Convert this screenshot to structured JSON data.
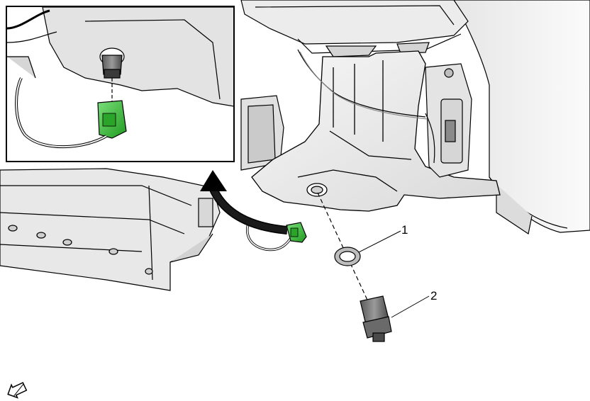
{
  "figure": {
    "callouts": [
      {
        "label": "1",
        "part": "washer-seal"
      },
      {
        "label": "2",
        "part": "level-sensor"
      }
    ],
    "connector_color": "#3fbf3f",
    "line_color": "#000000",
    "part_fill": "#f0f0f0",
    "shadow_fill": "#cfcfcf",
    "direction_icon": "arrow-icon"
  }
}
